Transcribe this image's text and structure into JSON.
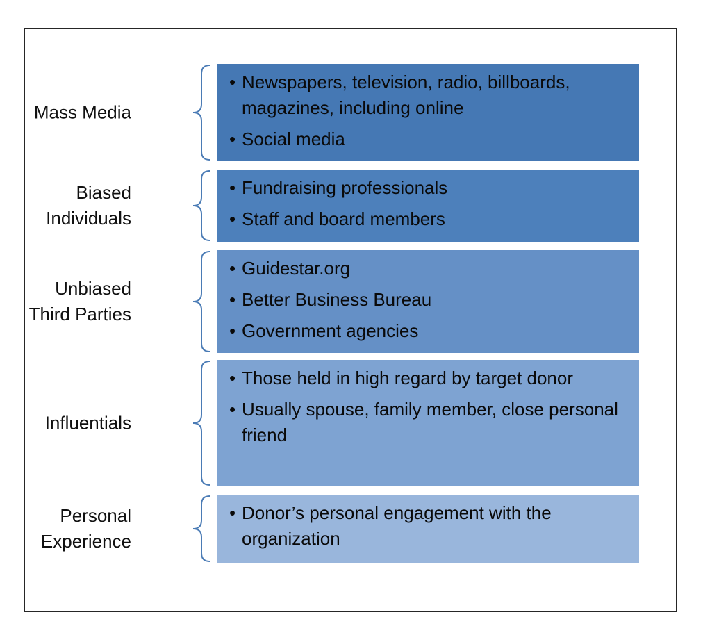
{
  "colors": {
    "border": "#262626",
    "brace": "#4a7bb5",
    "box_shades": [
      "#4578b4",
      "#4d80bb",
      "#6590c6",
      "#7ea3d2",
      "#99b6dc"
    ]
  },
  "rows": [
    {
      "label": "Mass Media",
      "items": [
        {
          "text": "Newspapers, television, radio, billboards, magazines, including online"
        },
        {
          "text": "Social media"
        }
      ]
    },
    {
      "label": "Biased Individuals",
      "items": [
        {
          "text": "Fundraising professionals"
        },
        {
          "text": "Staff and board members"
        }
      ]
    },
    {
      "label": "Unbiased Third Parties",
      "items": [
        {
          "text": "Guidestar.org"
        },
        {
          "text": "Better Business Bureau"
        },
        {
          "text": "Government agencies"
        }
      ]
    },
    {
      "label": "Influentials",
      "items": [
        {
          "text": "Those held in high regard by target donor"
        },
        {
          "text": "Usually spouse, family member, close personal friend"
        }
      ]
    },
    {
      "label": "Personal Experience",
      "items": [
        {
          "text": "Donor’s personal engagement with the organization"
        }
      ]
    }
  ]
}
